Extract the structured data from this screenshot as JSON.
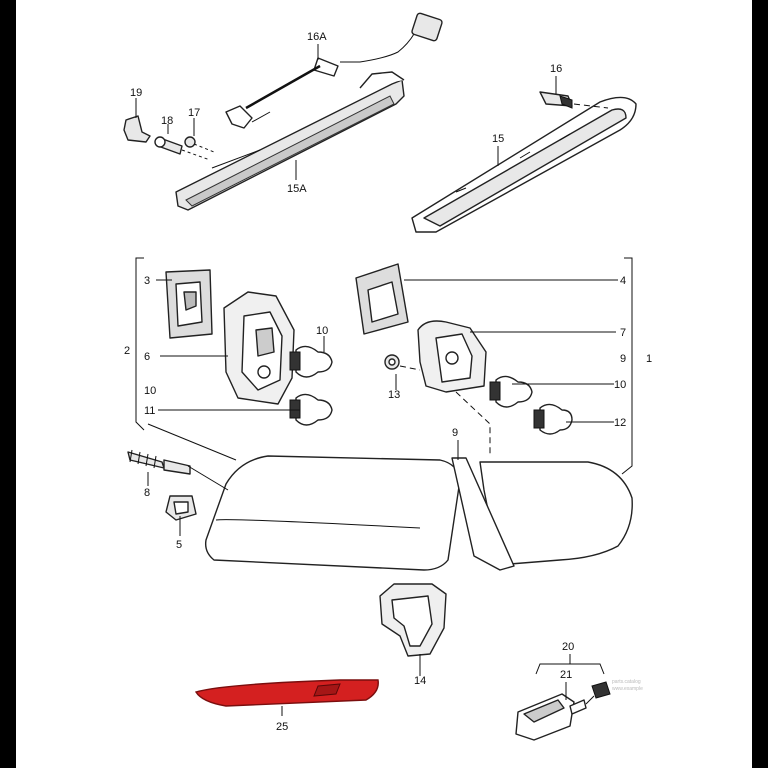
{
  "callouts": [
    {
      "id": "16A",
      "text": "16A"
    },
    {
      "id": "19",
      "text": "19"
    },
    {
      "id": "18",
      "text": "18"
    },
    {
      "id": "17",
      "text": "17"
    },
    {
      "id": "15A",
      "text": "15A"
    },
    {
      "id": "16",
      "text": "16"
    },
    {
      "id": "15",
      "text": "15"
    },
    {
      "id": "3",
      "text": "3"
    },
    {
      "id": "2",
      "text": "2"
    },
    {
      "id": "6",
      "text": "6"
    },
    {
      "id": "10a",
      "text": "10"
    },
    {
      "id": "10b",
      "text": "10"
    },
    {
      "id": "11",
      "text": "11"
    },
    {
      "id": "4",
      "text": "4"
    },
    {
      "id": "7",
      "text": "7"
    },
    {
      "id": "9a",
      "text": "9"
    },
    {
      "id": "1",
      "text": "1"
    },
    {
      "id": "13",
      "text": "13"
    },
    {
      "id": "10c",
      "text": "10"
    },
    {
      "id": "12",
      "text": "12"
    },
    {
      "id": "9b",
      "text": "9"
    },
    {
      "id": "8",
      "text": "8"
    },
    {
      "id": "5",
      "text": "5"
    },
    {
      "id": "14",
      "text": "14"
    },
    {
      "id": "20",
      "text": "20"
    },
    {
      "id": "21",
      "text": "21"
    },
    {
      "id": "25",
      "text": "25"
    }
  ],
  "colors": {
    "background": "#000000",
    "sheet": "#ffffff",
    "line": "#222222",
    "reflector": "#d42020"
  },
  "icons": {
    "bulb": "bulb-icon",
    "screw": "screw-icon",
    "nut": "nut-icon"
  }
}
